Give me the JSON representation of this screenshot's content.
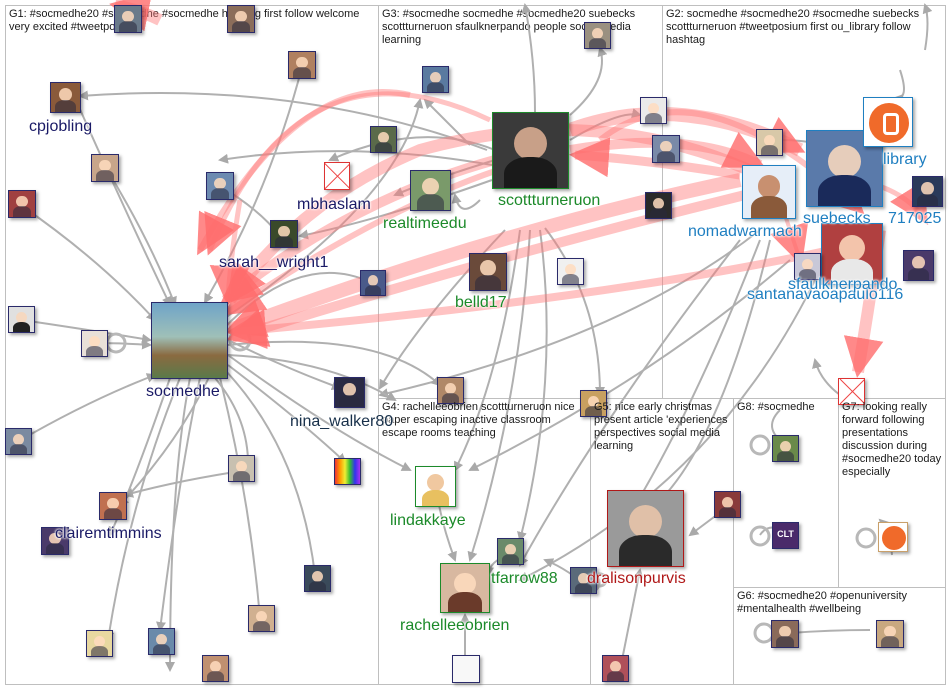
{
  "groups": [
    {
      "id": "G1",
      "text": "G1: #socmedhe20 #socmedhe #socmedhe hashtag first follow welcome very excited #tweetposium"
    },
    {
      "id": "G3",
      "text": "G3: #socmedhe socmedhe #socmedhe20 suebecks scottturneruon sfaulknerpando people social media learning"
    },
    {
      "id": "G2",
      "text": "G2: socmedhe #socmedhe20 #socmedhe suebecks scottturneruon #tweetposium first ou_library follow hashtag"
    },
    {
      "id": "G4",
      "text": "G4: rachelleeobrien scottturneruon nice paper escaping inactive classroom escape rooms teaching"
    },
    {
      "id": "G5",
      "text": "G5: nice early christmas present article 'experiences perspectives social media learning"
    },
    {
      "id": "G8",
      "text": "G8: #socmedhe"
    },
    {
      "id": "G7",
      "text": "G7: looking really forward following presentations discussion during #socmedhe20 today especially"
    },
    {
      "id": "G6",
      "text": "G6: #socmedhe20 #openuniversity #mentalhealth #wellbeing"
    }
  ],
  "nodes": [
    {
      "id": "cpjobling",
      "label": "cpjobling",
      "color": "#1a1a66"
    },
    {
      "id": "mbhaslam",
      "label": "mbhaslam",
      "color": "#1a1a66"
    },
    {
      "id": "sarah__wright1",
      "label": "sarah__wright1",
      "color": "#1a1a66"
    },
    {
      "id": "socmedhe",
      "label": "socmedhe",
      "color": "#1a1a66"
    },
    {
      "id": "nina_walker",
      "label": "nina_walker80",
      "color": "#18304a"
    },
    {
      "id": "clairemtimmins",
      "label": "clairemtimmins",
      "color": "#1a1a66"
    },
    {
      "id": "realtimeedu",
      "label": "realtimeedu",
      "color": "#1c8a2a"
    },
    {
      "id": "scottturneruon",
      "label": "scottturneruon",
      "color": "#1c8a2a"
    },
    {
      "id": "belld17",
      "label": "belld17",
      "color": "#1c8a2a"
    },
    {
      "id": "nomadwarmac",
      "label": "nomadwarmach",
      "color": "#1f7fc1"
    },
    {
      "id": "suebecks",
      "label": "suebecks",
      "color": "#1f7fc1"
    },
    {
      "id": "library",
      "label": "library",
      "color": "#1f7fc1"
    },
    {
      "id": "n717025",
      "label": "717025",
      "color": "#1f7fc1"
    },
    {
      "id": "santa",
      "label": "santanavaoapaulo116",
      "color": "#1f7fc1"
    },
    {
      "id": "sfaulknerpando",
      "label": "sfaulknerpando",
      "color": "#1f7fc1"
    },
    {
      "id": "lindakkaye",
      "label": "lindakkaye",
      "color": "#1c8a2a"
    },
    {
      "id": "rachelleeobrien",
      "label": "rachelleeobrien",
      "color": "#1c8a2a"
    },
    {
      "id": "tfarrow88",
      "label": "tfarrow88",
      "color": "#1c8a2a"
    },
    {
      "id": "dralisonpurvis",
      "label": "dralisonpurvis",
      "color": "#b01818"
    }
  ]
}
